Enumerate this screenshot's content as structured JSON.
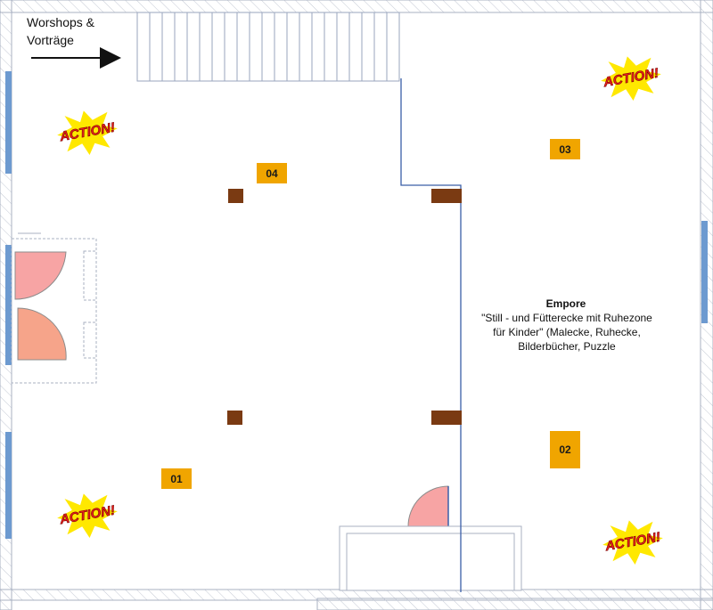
{
  "plan": {
    "workshop_label_line1": "Worshops &",
    "workshop_label_line2": "Vorträge",
    "area_title": "Empore",
    "area_desc_line1": "\"Still - und Fütterecke mit Ruhezone",
    "area_desc_line2": "für Kinder\" (Malecke, Ruhecke,",
    "area_desc_line3": "Bilderbücher, Puzzle",
    "rooms": [
      {
        "id": "01",
        "label": "01"
      },
      {
        "id": "02",
        "label": "02"
      },
      {
        "id": "03",
        "label": "03"
      },
      {
        "id": "04",
        "label": "04"
      }
    ],
    "action_stickers": [
      "ACTION!",
      "ACTION!",
      "ACTION!",
      "ACTION!"
    ]
  },
  "colors": {
    "wall_line": "#a9b1c2",
    "window": "#6d9ad0",
    "partition": "#3a5fa8",
    "room_badge": "#f0a500",
    "pillar": "#7a3a12",
    "door_pink": "#f7a4a4",
    "door_salmon": "#f6a48a",
    "sticker_yellow": "#ffe800",
    "sticker_red": "#e8201c"
  },
  "icons": [
    "arrow-right-icon",
    "action-burst-icon",
    "door-swing-icon",
    "staircase-icon"
  ]
}
